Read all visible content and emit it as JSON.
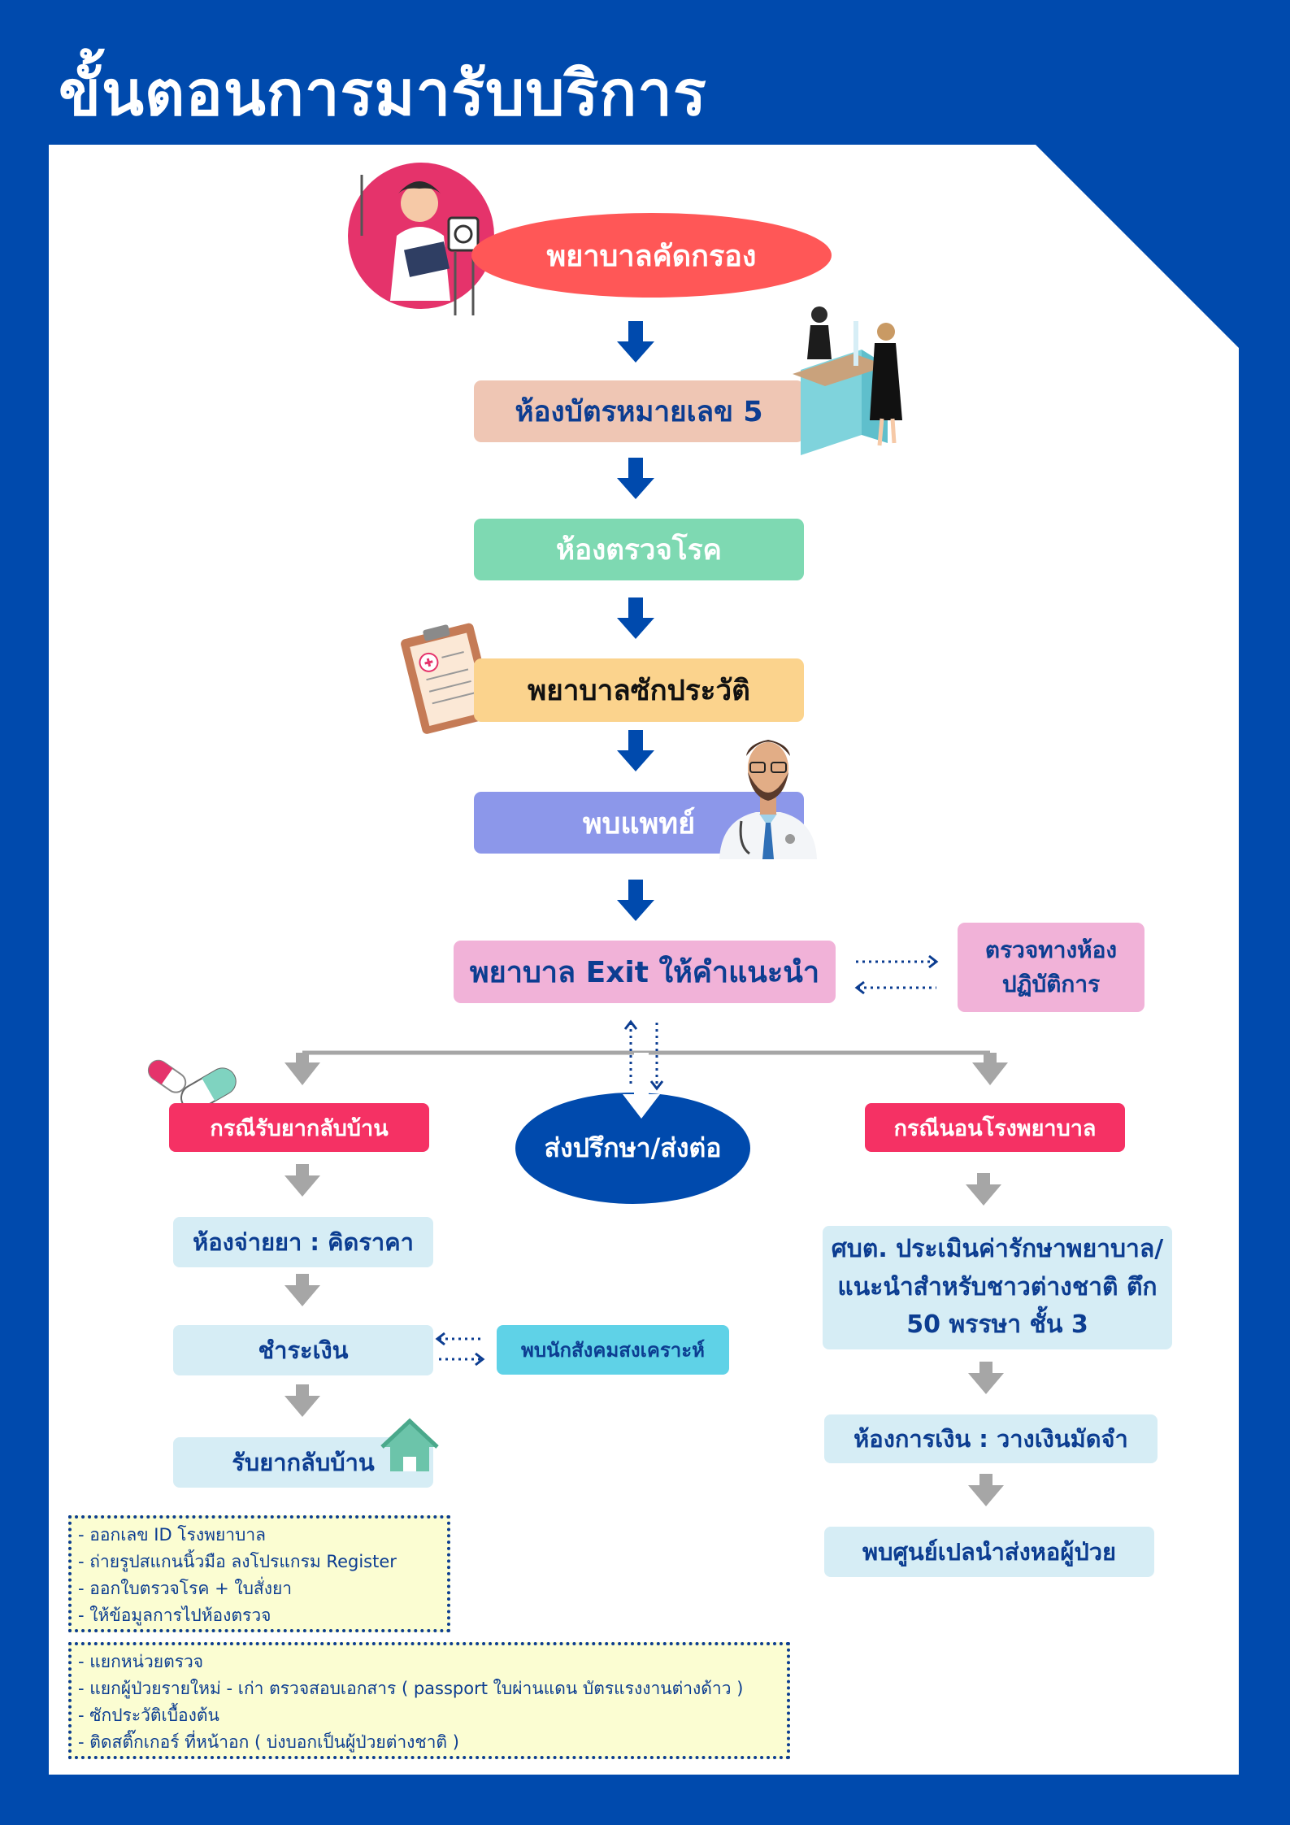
{
  "title": "ขั้นตอนการมารับบริการ",
  "steps": {
    "triage": "พยาบาลคัดกรอง",
    "card_room": "ห้องบัตรหมายเลข 5",
    "exam_room": "ห้องตรวจโรค",
    "history": "พยาบาลซักประวัติ",
    "doctor": "พบแพทย์",
    "exit_nurse": "พยาบาล Exit ให้คำแนะนำ",
    "lab_line1": "ตรวจทางห้อง",
    "lab_line2": "ปฏิบัติการ",
    "consult": "ส่งปรึกษา/ส่งต่อ"
  },
  "home_branch": {
    "case": "กรณีรับยากลับบ้าน",
    "pharmacy": "ห้องจ่ายยา : คิดราคา",
    "payment": "ชำระเงิน",
    "social_worker": "พบนักสังคมสงเคราะห์",
    "receive_home": "รับยากลับบ้าน"
  },
  "admit_branch": {
    "case": "กรณีนอนโรงพยาบาล",
    "assess_line1": "ศบต. ประเมินค่ารักษาพยาบาล/",
    "assess_line2": "แนะนำสำหรับชาวต่างชาติ ตึก",
    "assess_line3": "50 พรรษา ชั้น 3",
    "finance": "ห้องการเงิน : วางเงินมัดจำ",
    "ward": "พบศูนย์เปลนำส่งหอผู้ป่วย"
  },
  "notes": {
    "card_room": [
      "- ออกเลข ID โรงพยาบาล",
      "- ถ่ายรูปสแกนนิ้วมือ ลงโปรแกรม Register",
      "- ออกใบตรวจโรค + ใบสั่งยา",
      "- ให้ข้อมูลการไปห้องตรวจ"
    ],
    "triage": [
      "- แยกหน่วยตรวจ",
      "- แยกผู้ป่วยรายใหม่ - เก่า ตรวจสอบเอกสาร ( passport ใบผ่านแดน บัตรแรงงานต่างด้าว )",
      "- ซักประวัติเบื้องต้น",
      "- ติดสติ๊กเกอร์ ที่หน้าอก ( บ่งบอกเป็นผู้ป่วยต่างชาติ )"
    ]
  },
  "colors": {
    "background": "#004aad",
    "triage": "#ff5757",
    "card_room": "#efc6b4",
    "exam_room": "#7ed9b2",
    "history": "#fbd38d",
    "doctor": "#8c97ea",
    "exit": "#f1b2d8",
    "case": "#f53164",
    "light_box": "#d6edf5",
    "social": "#5fd2e7",
    "note_bg": "#fbfdd2",
    "arrow_main": "#004aad",
    "arrow_branch": "#a6a6a6"
  },
  "icons": [
    "nurse-illustration",
    "reception-illustration",
    "medical-record-icon",
    "doctor-illustration",
    "pill-capsule-icon",
    "house-icon"
  ]
}
